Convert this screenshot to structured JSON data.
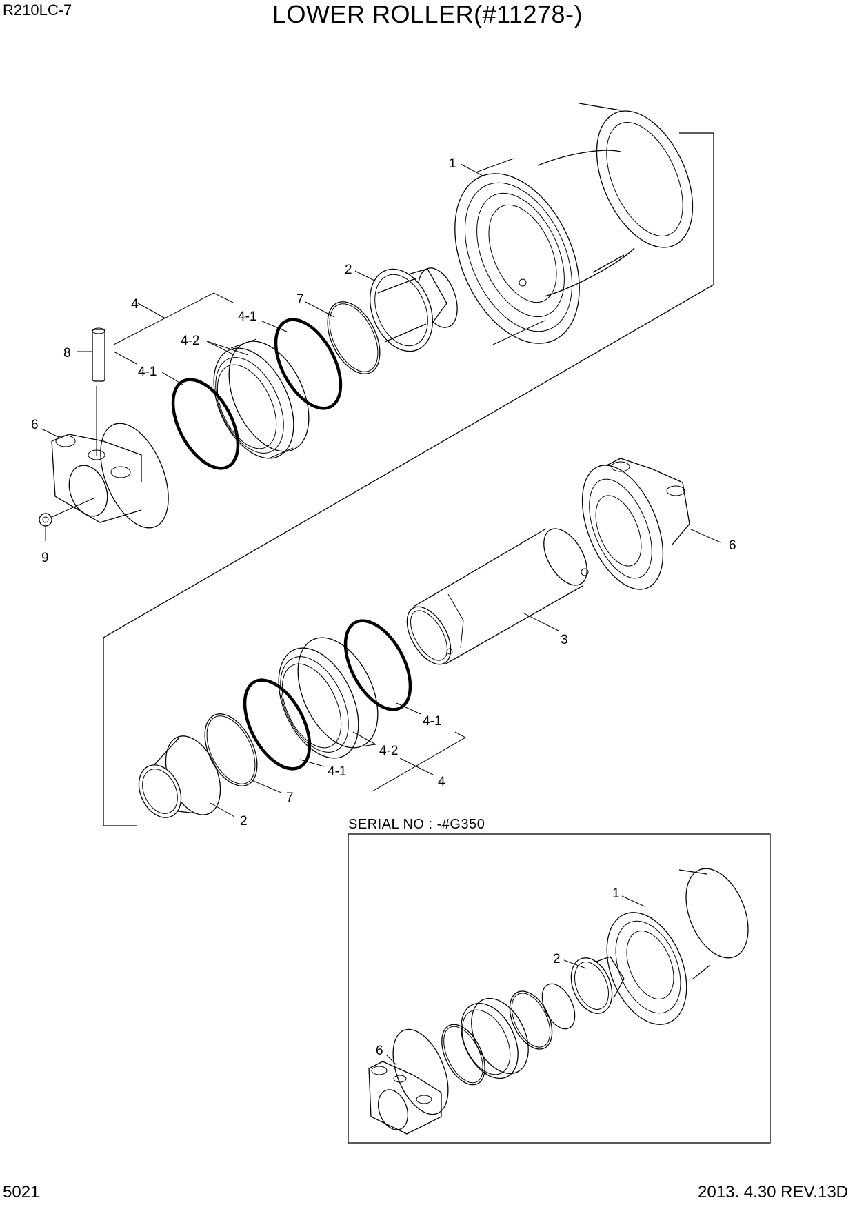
{
  "header": {
    "model": "R210LC-7",
    "title": "LOWER ROLLER(#11278-)"
  },
  "footer": {
    "page_number": "5021",
    "revision": "2013. 4.30  REV.13D"
  },
  "inset": {
    "caption": "SERIAL NO : -#G350"
  },
  "callouts": {
    "roller": "1",
    "collar_top": "2",
    "oring_top": "7",
    "seal_top": "4",
    "seal_ring_a": "4-1",
    "seal_face_top": "4-2",
    "seal_ring_b": "4-1",
    "pin": "8",
    "bracket_left": "6",
    "plug": "9",
    "bracket_right": "6",
    "shaft": "3",
    "seal_ring_c": "4-1",
    "seal_face_bottom": "4-2",
    "seal_ring_d": "4-1",
    "seal_bottom": "4",
    "oring_bottom": "7",
    "collar_bottom": "2",
    "inset_roller": "1",
    "inset_collar": "2",
    "inset_bracket": "6"
  }
}
